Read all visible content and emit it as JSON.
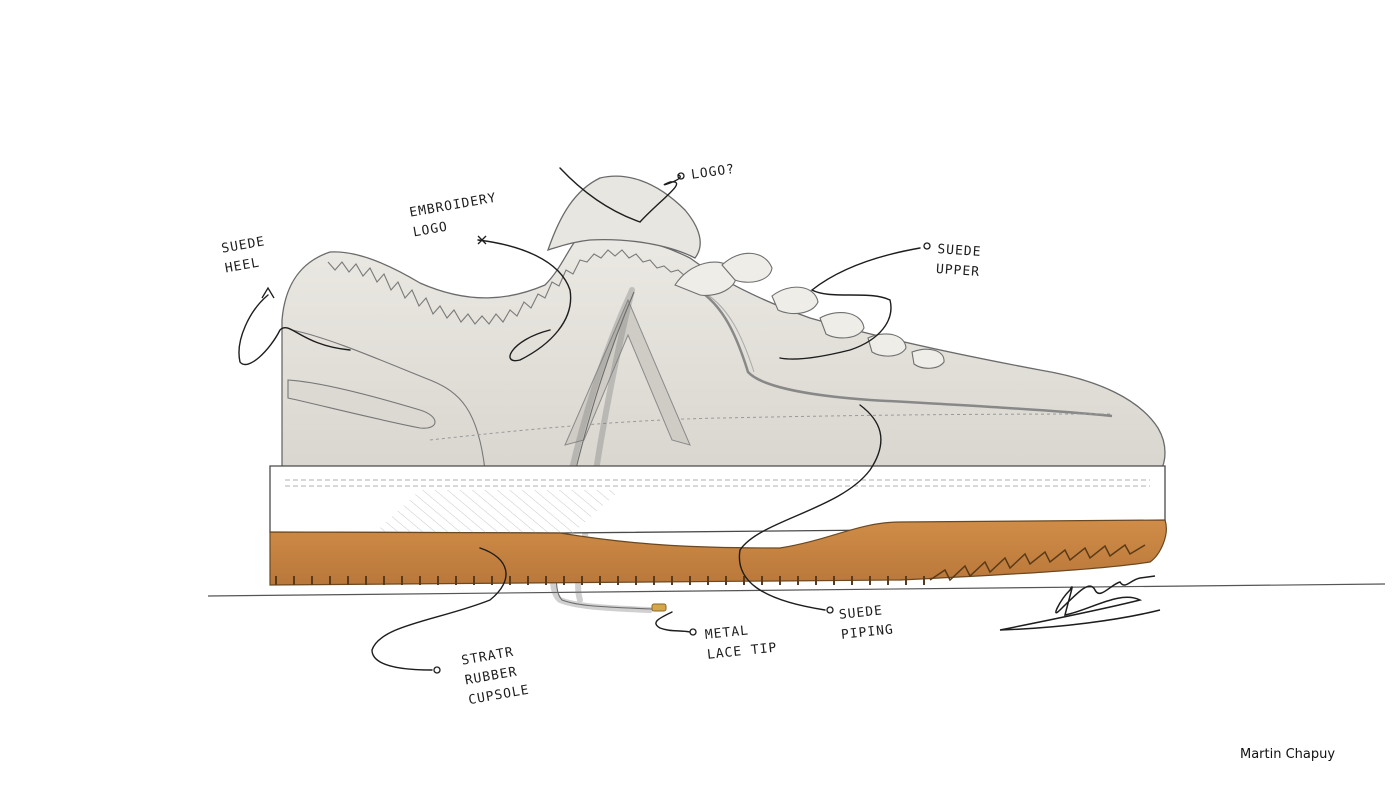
{
  "annotations": {
    "logo": "LOGO?",
    "embroidery": [
      "EMBROIDERY",
      "LOGO"
    ],
    "suede_heel": [
      "SUEDE",
      "HEEL"
    ],
    "suede_upper": [
      "SUEDE",
      "UPPER"
    ],
    "suede_piping": [
      "SUEDE",
      "PIPING"
    ],
    "metal_lace_tip": [
      "METAL",
      "LACE TIP"
    ],
    "cupsole": [
      "STRATR",
      "RUBBER",
      "CUPSOLE"
    ]
  },
  "credit": "Martin Chapuy",
  "colors": {
    "upper": "#e4e2dc",
    "midsole": "#ffffff",
    "outsole": "#c8843f",
    "ink": "#1d1d1d",
    "lace_tip": "#d6a64a"
  }
}
